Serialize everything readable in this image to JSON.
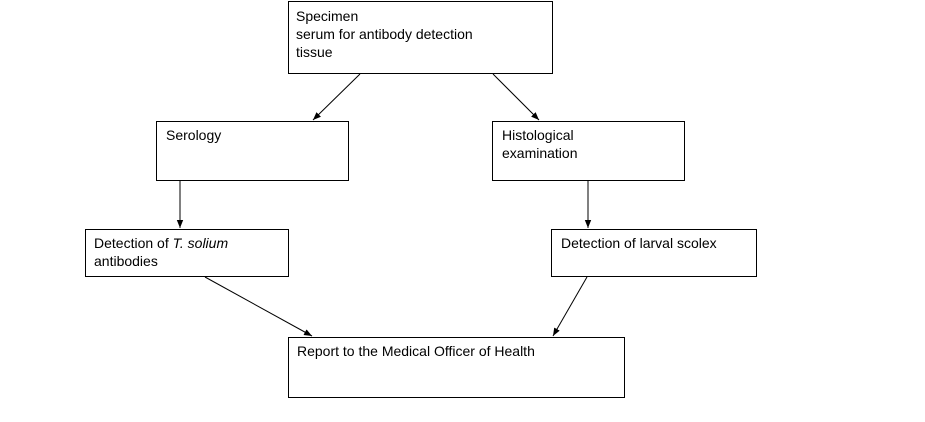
{
  "diagram": {
    "specimen": {
      "lines": [
        "Specimen",
        "serum for antibody detection",
        "tissue"
      ]
    },
    "serology": {
      "label": "Serology"
    },
    "histology": {
      "lines": [
        "Histological",
        "examination"
      ]
    },
    "antibodies": {
      "prefix": "Detection of ",
      "species": "T. solium",
      "suffix": "antibodies"
    },
    "scolex": {
      "label": "Detection of larval scolex"
    },
    "report": {
      "label": "Report to the Medical Officer of Health"
    }
  },
  "colors": {
    "stroke": "#000000",
    "background": "#ffffff"
  }
}
